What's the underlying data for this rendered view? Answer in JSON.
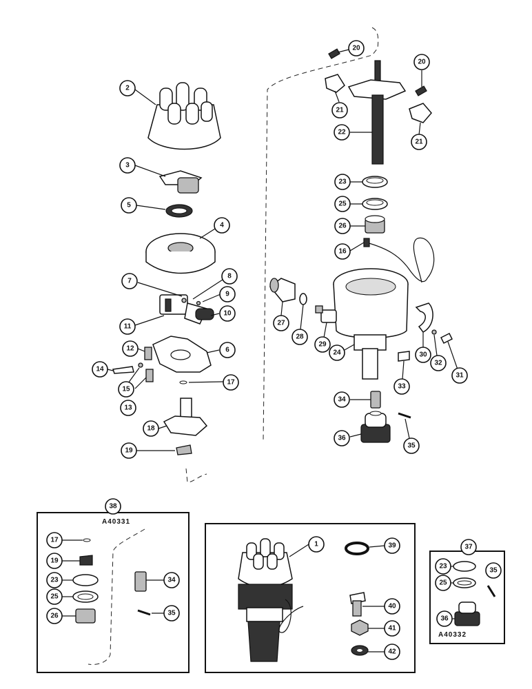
{
  "callouts": {
    "c1": "1",
    "c2": "2",
    "c3": "3",
    "c4": "4",
    "c5": "5",
    "c6": "6",
    "c7": "7",
    "c8": "8",
    "c9": "9",
    "c10": "10",
    "c11": "11",
    "c12": "12",
    "c13": "13",
    "c14": "14",
    "c15": "15",
    "c16": "16",
    "c17": "17",
    "c18": "18",
    "c19": "19",
    "c20": "20",
    "c21": "21",
    "c22": "22",
    "c23": "23",
    "c24": "24",
    "c25": "25",
    "c26": "26",
    "c27": "27",
    "c28": "28",
    "c29": "29",
    "c30": "30",
    "c31": "31",
    "c32": "32",
    "c33": "33",
    "c34": "34",
    "c35": "35",
    "c36": "36",
    "c37": "37",
    "c38": "38",
    "c39": "39",
    "c40": "40",
    "c41": "41",
    "c42": "42"
  },
  "kit_boxes": {
    "kit38": "A40331",
    "kit37": "A40332"
  }
}
